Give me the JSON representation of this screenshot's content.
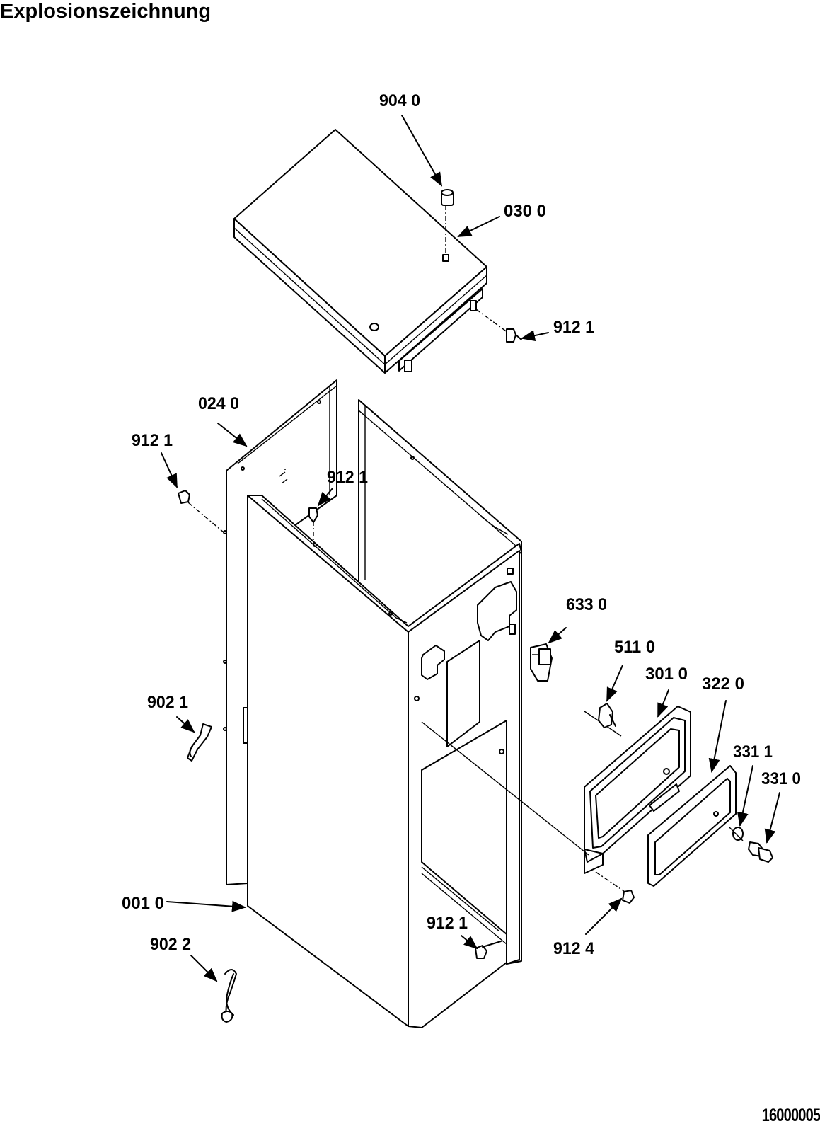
{
  "title": "Explosionszeichnung",
  "document_number": "16000005",
  "callouts": {
    "p9040": "904 0",
    "p0300": "030 0",
    "p9121_top": "912 1",
    "p0240": "024 0",
    "p9121_left": "912 1",
    "p9121_mid": "912 1",
    "p6330": "633 0",
    "p5110": "511 0",
    "p3010": "301 0",
    "p3220": "322 0",
    "p9021": "902 1",
    "p3311": "331 1",
    "p3310": "331 0",
    "p0010": "001 0",
    "p9022": "902 2",
    "p9121_bottom": "912 1",
    "p9124": "912 4"
  }
}
